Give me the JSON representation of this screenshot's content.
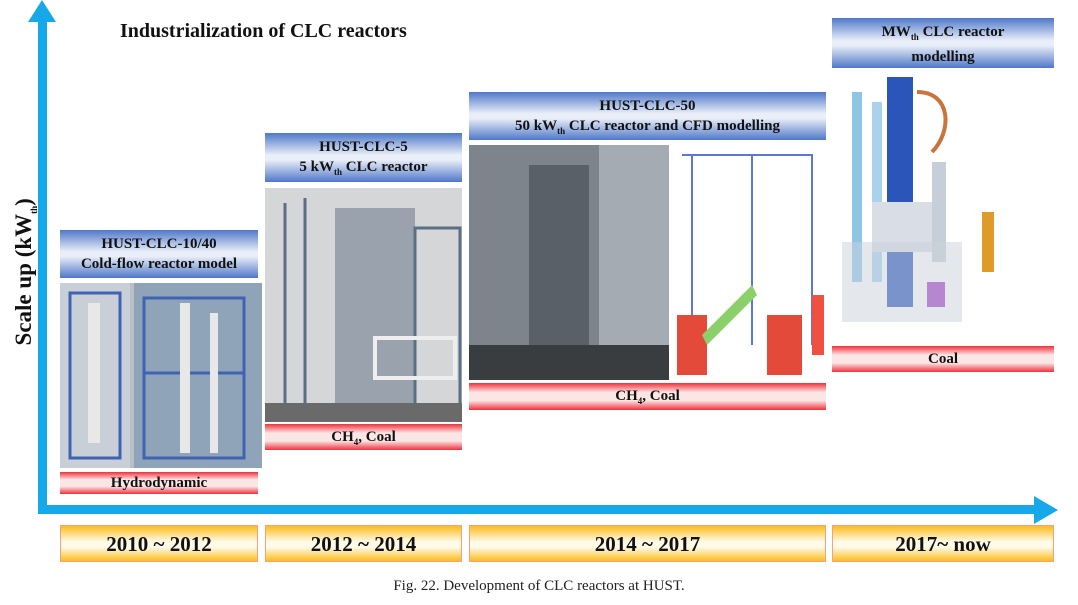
{
  "title": "Industrialization of CLC reactors",
  "y_axis_label": "Scale up (kW",
  "y_axis_label_sub": "th",
  "y_axis_label_end": ")",
  "stages": [
    {
      "header_line1": "HUST-CLC-10/40",
      "header_line2": "Cold-flow reactor model",
      "label": "Hydrodynamic",
      "period": "2010 ~ 2012"
    },
    {
      "header_line1": "HUST-CLC-5",
      "header_line2_pre": "5 kW",
      "header_line2_sub": "th",
      "header_line2_post": " CLC reactor",
      "label_pre": "CH",
      "label_sub": "4",
      "label_post": ", Coal",
      "period": "2012 ~ 2014"
    },
    {
      "header_line1": "HUST-CLC-50",
      "header_line2_pre": "50 kW",
      "header_line2_sub": "th",
      "header_line2_post": " CLC reactor and CFD modelling",
      "label_pre": "CH",
      "label_sub": "4",
      "label_post": ", Coal",
      "period": "2014 ~ 2017"
    },
    {
      "header_line1_pre": "MW",
      "header_line1_sub": "th",
      "header_line1_post": " CLC reactor",
      "header_line2": "modelling",
      "label": "Coal",
      "period": "2017~ now"
    }
  ],
  "caption": "Fig. 22. Development of CLC reactors at HUST.",
  "colors": {
    "axis": "#16a9ea",
    "header": "#4f78c9",
    "label": "#f0303a",
    "year": "#fbbd1e"
  }
}
